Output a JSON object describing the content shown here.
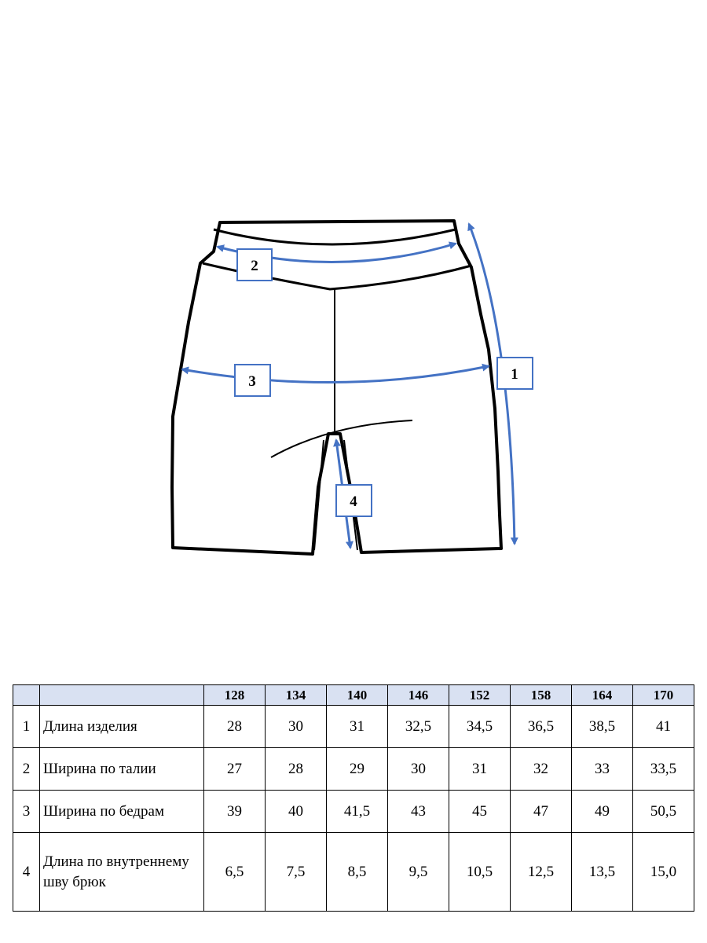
{
  "diagram": {
    "callouts": [
      "1",
      "2",
      "3",
      "4"
    ],
    "colors": {
      "arrow": "#4472c4",
      "outline": "#000000",
      "header_fill": "#d9e1f2"
    }
  },
  "table": {
    "headers": [
      "",
      "",
      "128",
      "134",
      "140",
      "146",
      "152",
      "158",
      "164",
      "170"
    ],
    "rows": [
      {
        "num": "1",
        "name": "Длина изделия",
        "values": [
          "28",
          "30",
          "31",
          "32,5",
          "34,5",
          "36,5",
          "38,5",
          "41"
        ]
      },
      {
        "num": "2",
        "name": "Ширина по талии",
        "values": [
          "27",
          "28",
          "29",
          "30",
          "31",
          "32",
          "33",
          "33,5"
        ]
      },
      {
        "num": "3",
        "name": "Ширина по бедрам",
        "values": [
          "39",
          "40",
          "41,5",
          "43",
          "45",
          "47",
          "49",
          "50,5"
        ]
      },
      {
        "num": "4",
        "name": "Длина по внутреннему шву брюк",
        "values": [
          "6,5",
          "7,5",
          "8,5",
          "9,5",
          "10,5",
          "12,5",
          "13,5",
          "15,0"
        ]
      }
    ]
  }
}
